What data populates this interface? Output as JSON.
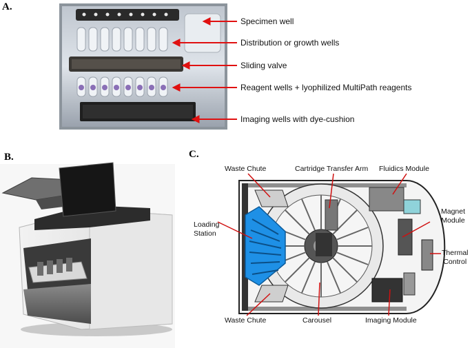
{
  "panels": {
    "a": {
      "letter": "A.",
      "labels": [
        "Specimen well",
        "Distribution or growth wells",
        "Sliding valve",
        "Reagent wells + lyophilized MultiPath reagents",
        "Imaging wells with dye-cushion"
      ]
    },
    "b": {
      "letter": "B."
    },
    "c": {
      "letter": "C.",
      "labels": {
        "waste_chute_top": "Waste Chute",
        "cartridge_transfer_arm": "Cartridge Transfer Arm",
        "fluidics_module": "Fluidics Module",
        "magnet_module_1": "Magnet",
        "magnet_module_2": "Module",
        "loading_station_1": "Loading",
        "loading_station_2": "Station",
        "thermal_control_1": "Thermal",
        "thermal_control_2": "Control",
        "waste_chute_bottom": "Waste Chute",
        "carousel": "Carousel",
        "imaging_module": "Imaging Module"
      }
    }
  },
  "colors": {
    "arrow": "#e01010",
    "leader": "#d01010",
    "loading_station": "#1e90e6"
  }
}
